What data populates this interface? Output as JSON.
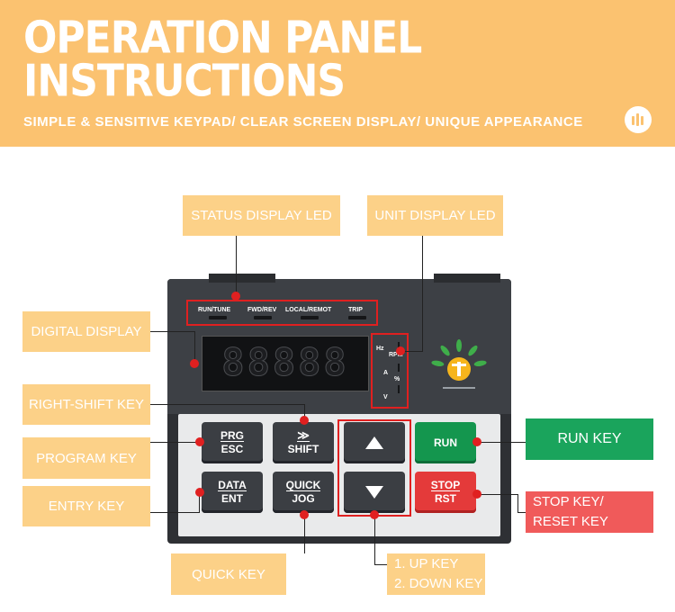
{
  "header": {
    "title_line1": "OPERATION PANEL",
    "title_line2": "INSTRUCTIONS",
    "subtitle": "SIMPLE & SENSITIVE KEYPAD/ CLEAR SCREEN DISPLAY/ UNIQUE APPEARANCE",
    "logo_icon": "bars-logo-icon"
  },
  "labels": {
    "status_led": "STATUS DISPLAY LED",
    "unit_led": "UNIT DISPLAY LED",
    "digital_display": "DIGITAL DISPLAY",
    "right_shift": "RIGHT-SHIFT KEY",
    "program": "PROGRAM KEY",
    "entry": "ENTRY KEY",
    "quick": "QUICK KEY",
    "run": "RUN KEY",
    "stop_line1": "STOP KEY/",
    "stop_line2": "RESET KEY",
    "updown_line1": "1. UP KEY",
    "updown_line2": "2. DOWN KEY"
  },
  "device": {
    "status_leds": [
      "RUN/TUNE",
      "FWD/REV",
      "LOCAL/REMOT",
      "TRIP"
    ],
    "display_digits": "88888",
    "units": [
      "Hz",
      "RPM",
      "A",
      "%",
      "V"
    ],
    "keys": {
      "prg_top": "PRG",
      "prg_bottom": "ESC",
      "shift_symbol": "≫",
      "shift": "SHIFT",
      "run": "RUN",
      "data_top": "DATA",
      "data_bottom": "ENT",
      "quick_top": "QUICK",
      "quick_bottom": "JOG",
      "stop_top": "STOP",
      "stop_bottom": "RST"
    },
    "brand_icon": "sun-leaf-logo-icon"
  },
  "colors": {
    "banner": "#fbc270",
    "label_bg": "#fcd188",
    "run_label": "#1aa45c",
    "stop_label": "#f05a5a",
    "callout_red": "#e02020",
    "device_body": "#2e3034"
  }
}
